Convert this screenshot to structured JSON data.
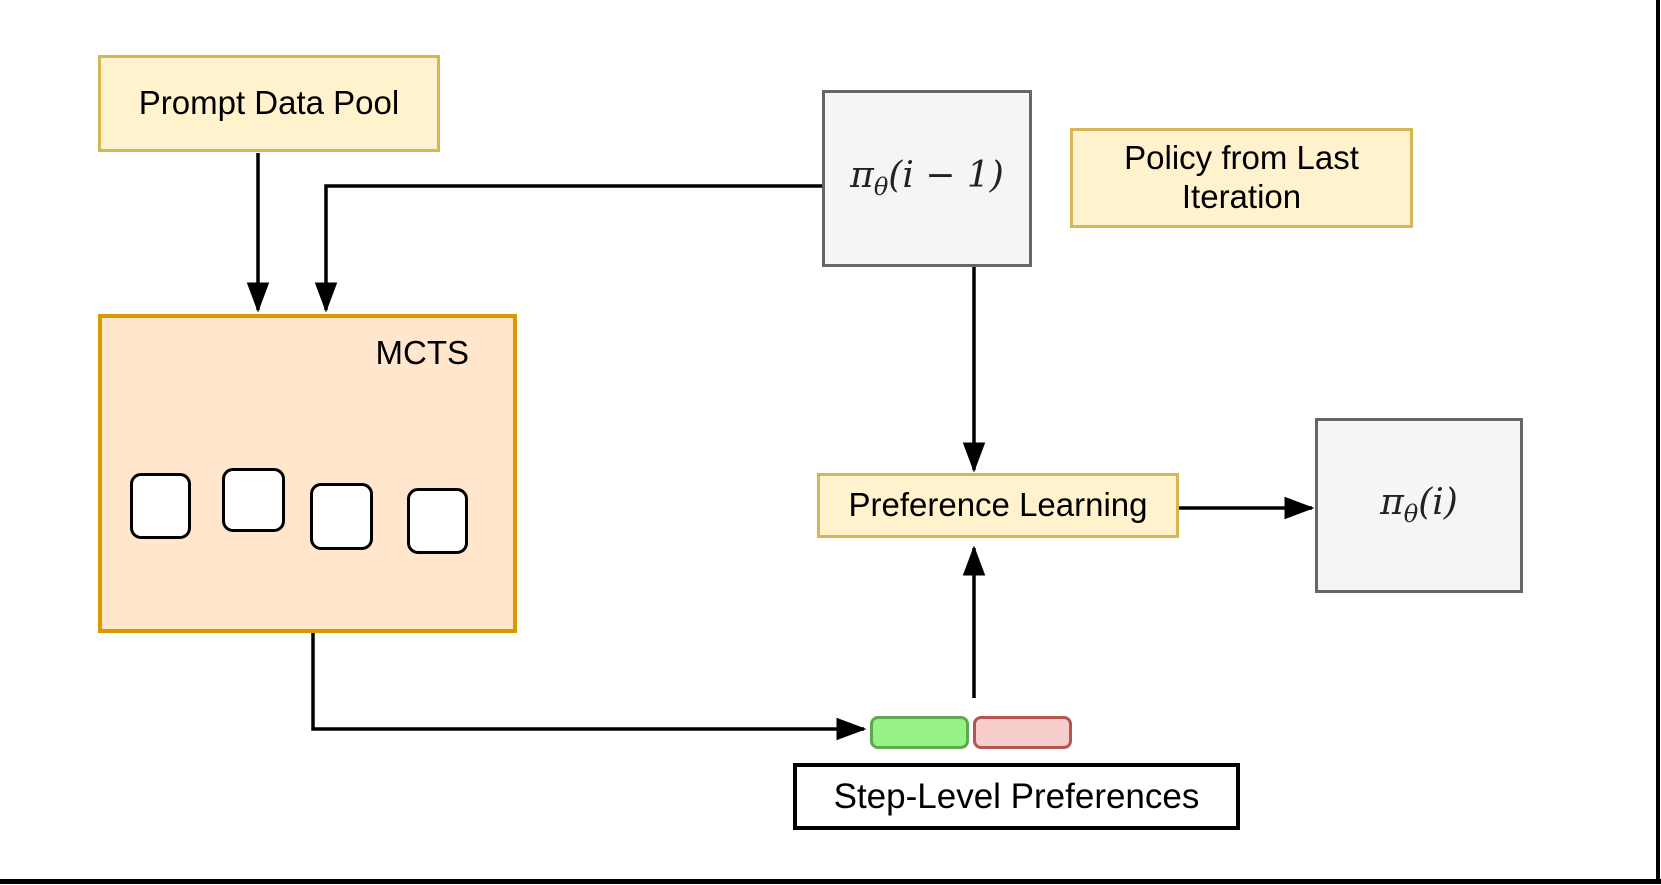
{
  "diagram": {
    "background": "#FFFFFF",
    "frame_color": "#000000",
    "nodes": {
      "prompt_data_pool": {
        "label": "Prompt Data Pool",
        "fill": "#FFF2CC",
        "stroke": "#D6B656"
      },
      "policy_prev": {
        "pi": "π",
        "sub": "θ",
        "rest": "(i − 1)",
        "fill": "#F5F5F5",
        "stroke": "#666666"
      },
      "policy_from_last": {
        "label": "Policy from Last Iteration",
        "fill": "#FFF2CC",
        "stroke": "#D6B656"
      },
      "mcts": {
        "label": "MCTS",
        "fill": "#FFE6CC",
        "stroke": "#D79B00",
        "tree_node_count": 4
      },
      "preference_learning": {
        "label": "Preference Learning",
        "fill": "#FFF2CC",
        "stroke": "#D6B656"
      },
      "policy_new": {
        "pi": "π",
        "sub": "θ",
        "rest": "(i)",
        "fill": "#F5F5F5",
        "stroke": "#666666"
      },
      "preferred_step_chip": {
        "fill": "#97F285",
        "stroke": "#5EA84D"
      },
      "rejected_step_chip": {
        "fill": "#F8CECC",
        "stroke": "#B85450"
      },
      "step_level_preferences": {
        "label": "Step-Level Preferences",
        "fill": "#FFFFFF",
        "stroke": "#000000"
      }
    },
    "edges": [
      {
        "from": "prompt_data_pool",
        "to": "mcts"
      },
      {
        "from": "policy_prev",
        "to": "mcts"
      },
      {
        "from": "policy_prev",
        "to": "preference_learning"
      },
      {
        "from": "preference_learning",
        "to": "policy_new"
      },
      {
        "from": "mcts",
        "to": "step_level_preferences"
      },
      {
        "from": "step_level_preferences",
        "to": "preference_learning"
      }
    ]
  }
}
